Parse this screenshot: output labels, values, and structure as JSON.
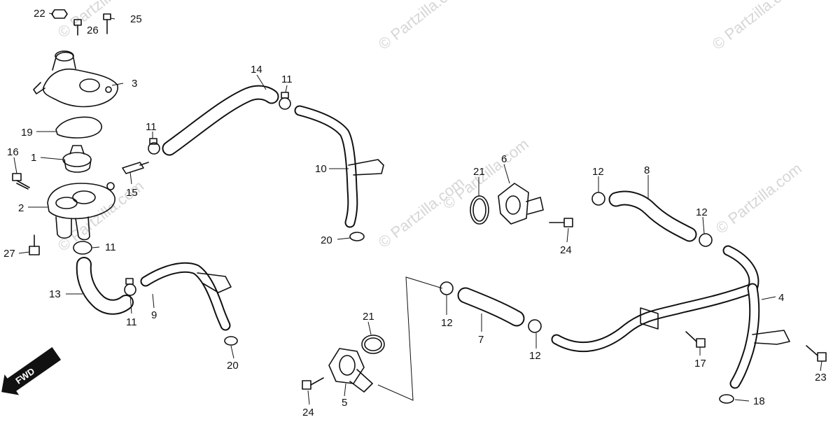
{
  "watermarks": [
    "© Partzilla.com",
    "© Partzilla.com",
    "© Partzilla.com",
    "© Partzilla.com",
    "© Partzilla.com",
    "© Partzilla.com",
    "© Partzilla.com"
  ],
  "direction_label": "FWD",
  "callouts": [
    "22",
    "26",
    "25",
    "3",
    "19",
    "16",
    "1",
    "2",
    "27",
    "11",
    "13",
    "11",
    "15",
    "11",
    "14",
    "11",
    "10",
    "20",
    "9",
    "20",
    "21",
    "6",
    "12",
    "8",
    "12",
    "24",
    "4",
    "21",
    "12",
    "7",
    "12",
    "5",
    "24",
    "17",
    "23",
    "18"
  ]
}
